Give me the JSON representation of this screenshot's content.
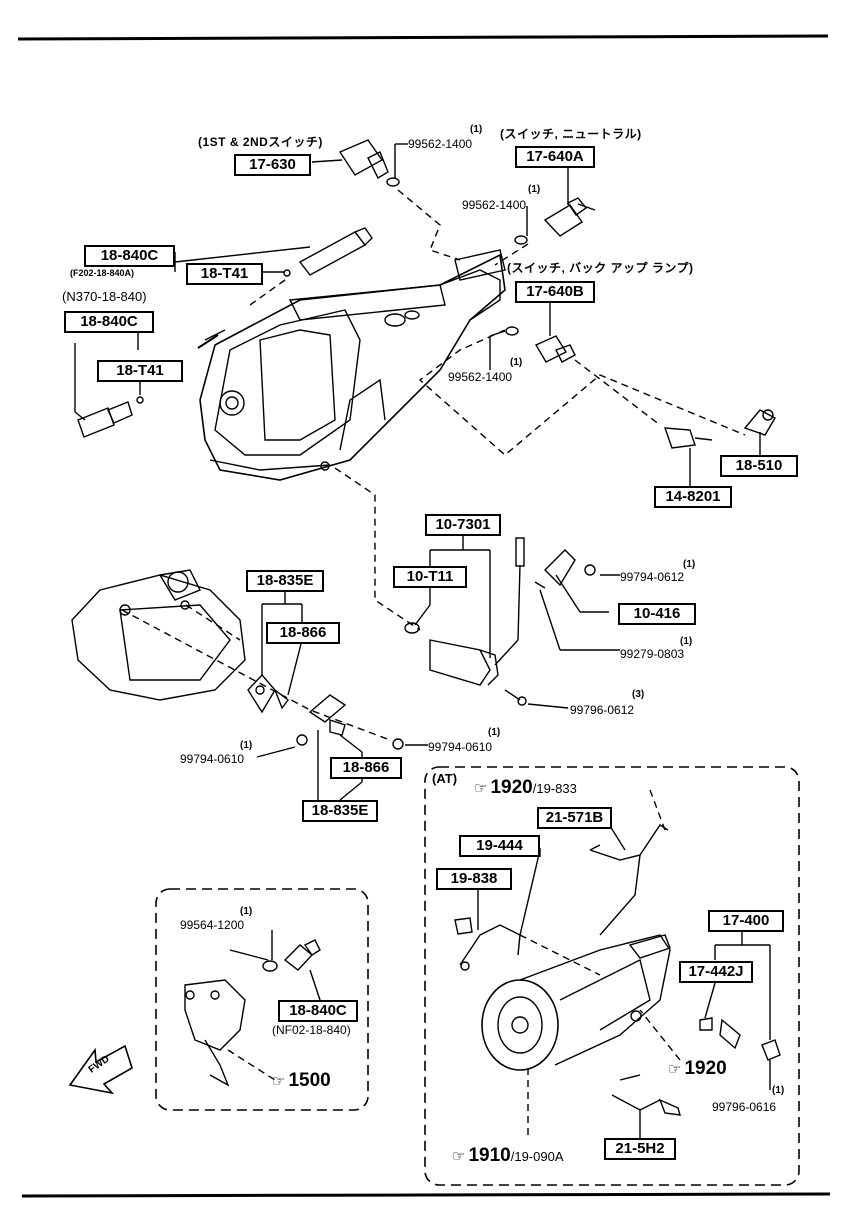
{
  "labels": {
    "p1762_note": "(1ST & 2NDスイッチ)",
    "p17630": "17-630",
    "n99562a_qty": "(1)",
    "n99562a": "99562-1400",
    "p17640A_note": "(スイッチ, ニュートラル)",
    "p17640A": "17-640A",
    "n99562b_qty": "(1)",
    "n99562b": "99562-1400",
    "p18840C_a": "18-840C",
    "p18840C_a_note": "(F202-18-840A)",
    "p18T41_a": "18-T41",
    "p17640B_note": "(スイッチ, バック アップ ランプ)",
    "p17640B": "17-640B",
    "n370": "(N370-18-840)",
    "p18840C_b": "18-840C",
    "p18T41_b": "18-T41",
    "n99562c_qty": "(1)",
    "n99562c": "99562-1400",
    "p18510": "18-510",
    "p148201": "14-8201",
    "p107301": "10-7301",
    "p10T11": "10-T11",
    "n99794_0612_qty": "(1)",
    "n99794_0612": "99794-0612",
    "p10416": "10-416",
    "n99279_qty": "(1)",
    "n99279": "99279-0803",
    "n99796_0612_qty": "(3)",
    "n99796_0612": "99796-0612",
    "p18835E_a": "18-835E",
    "p18866_a": "18-866",
    "n99794_0610a_qty": "(1)",
    "n99794_0610a": "99794-0610",
    "n99794_0610b_qty": "(1)",
    "n99794_0610b": "99794-0610",
    "p18866_b": "18-866",
    "p18835E_b": "18-835E",
    "at_label": "(AT)",
    "ref1920_833_main": "1920",
    "ref1920_833_sub": "/19-833",
    "p21571B": "21-571B",
    "p19444": "19-444",
    "p19838": "19-838",
    "p17400": "17-400",
    "p17442J": "17-442J",
    "ref1920": "1920",
    "n99796_0616_qty": "(1)",
    "n99796_0616": "99796-0616",
    "p215H2": "21-5H2",
    "ref1910_main": "1910",
    "ref1910_sub": "/19-090A",
    "n99564_qty": "(1)",
    "n99564": "99564-1200",
    "p18840C_c": "18-840C",
    "nf02": "(NF02-18-840)",
    "ref1500": "1500",
    "fwd": "FWD"
  },
  "icons": {
    "ref_arrow": "☞"
  }
}
